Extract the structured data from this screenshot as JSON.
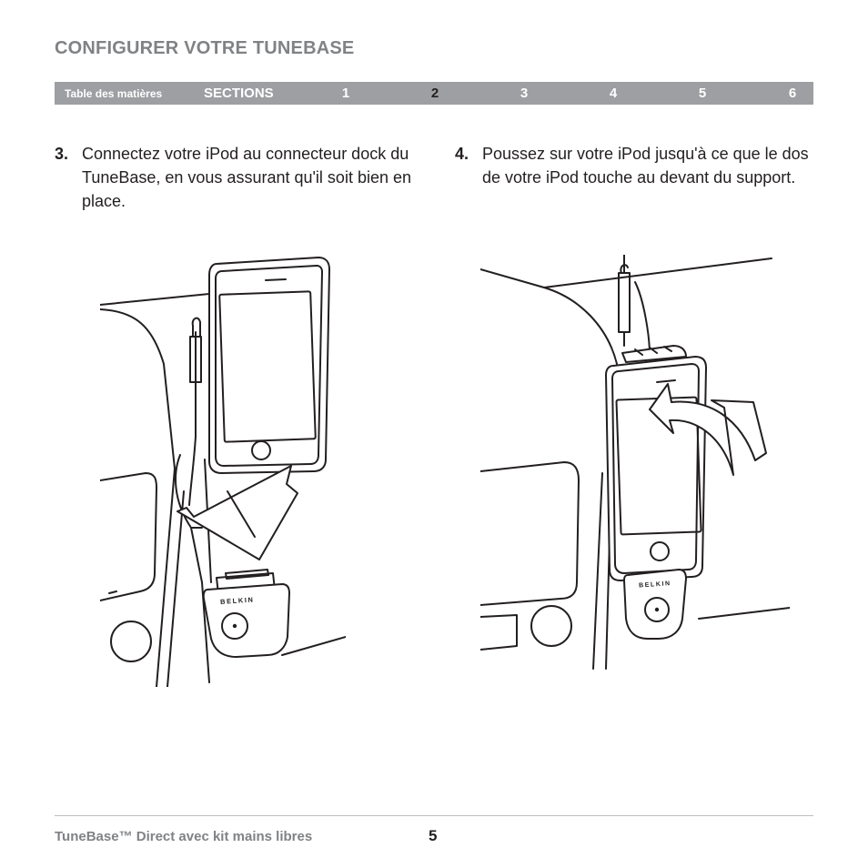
{
  "header": {
    "title": "CONFIGURER VOTRE TUNEBASE"
  },
  "nav": {
    "toc_label": "Table des matières",
    "sections_label": "SECTIONS",
    "sections": [
      "1",
      "2",
      "3",
      "4",
      "5",
      "6"
    ],
    "current_section": "2"
  },
  "steps": [
    {
      "number": "3.",
      "text": "Connectez votre iPod au connecteur dock du TuneBase, en vous assurant qu'il soit bien en place."
    },
    {
      "number": "4.",
      "text": "Poussez sur votre iPod jusqu'à ce que le dos de votre iPod touche au devant du support."
    }
  ],
  "illustrations": {
    "brand_mark": "BELKIN"
  },
  "footer": {
    "product": "TuneBase™ Direct avec kit mains libres",
    "page_number": "5"
  }
}
